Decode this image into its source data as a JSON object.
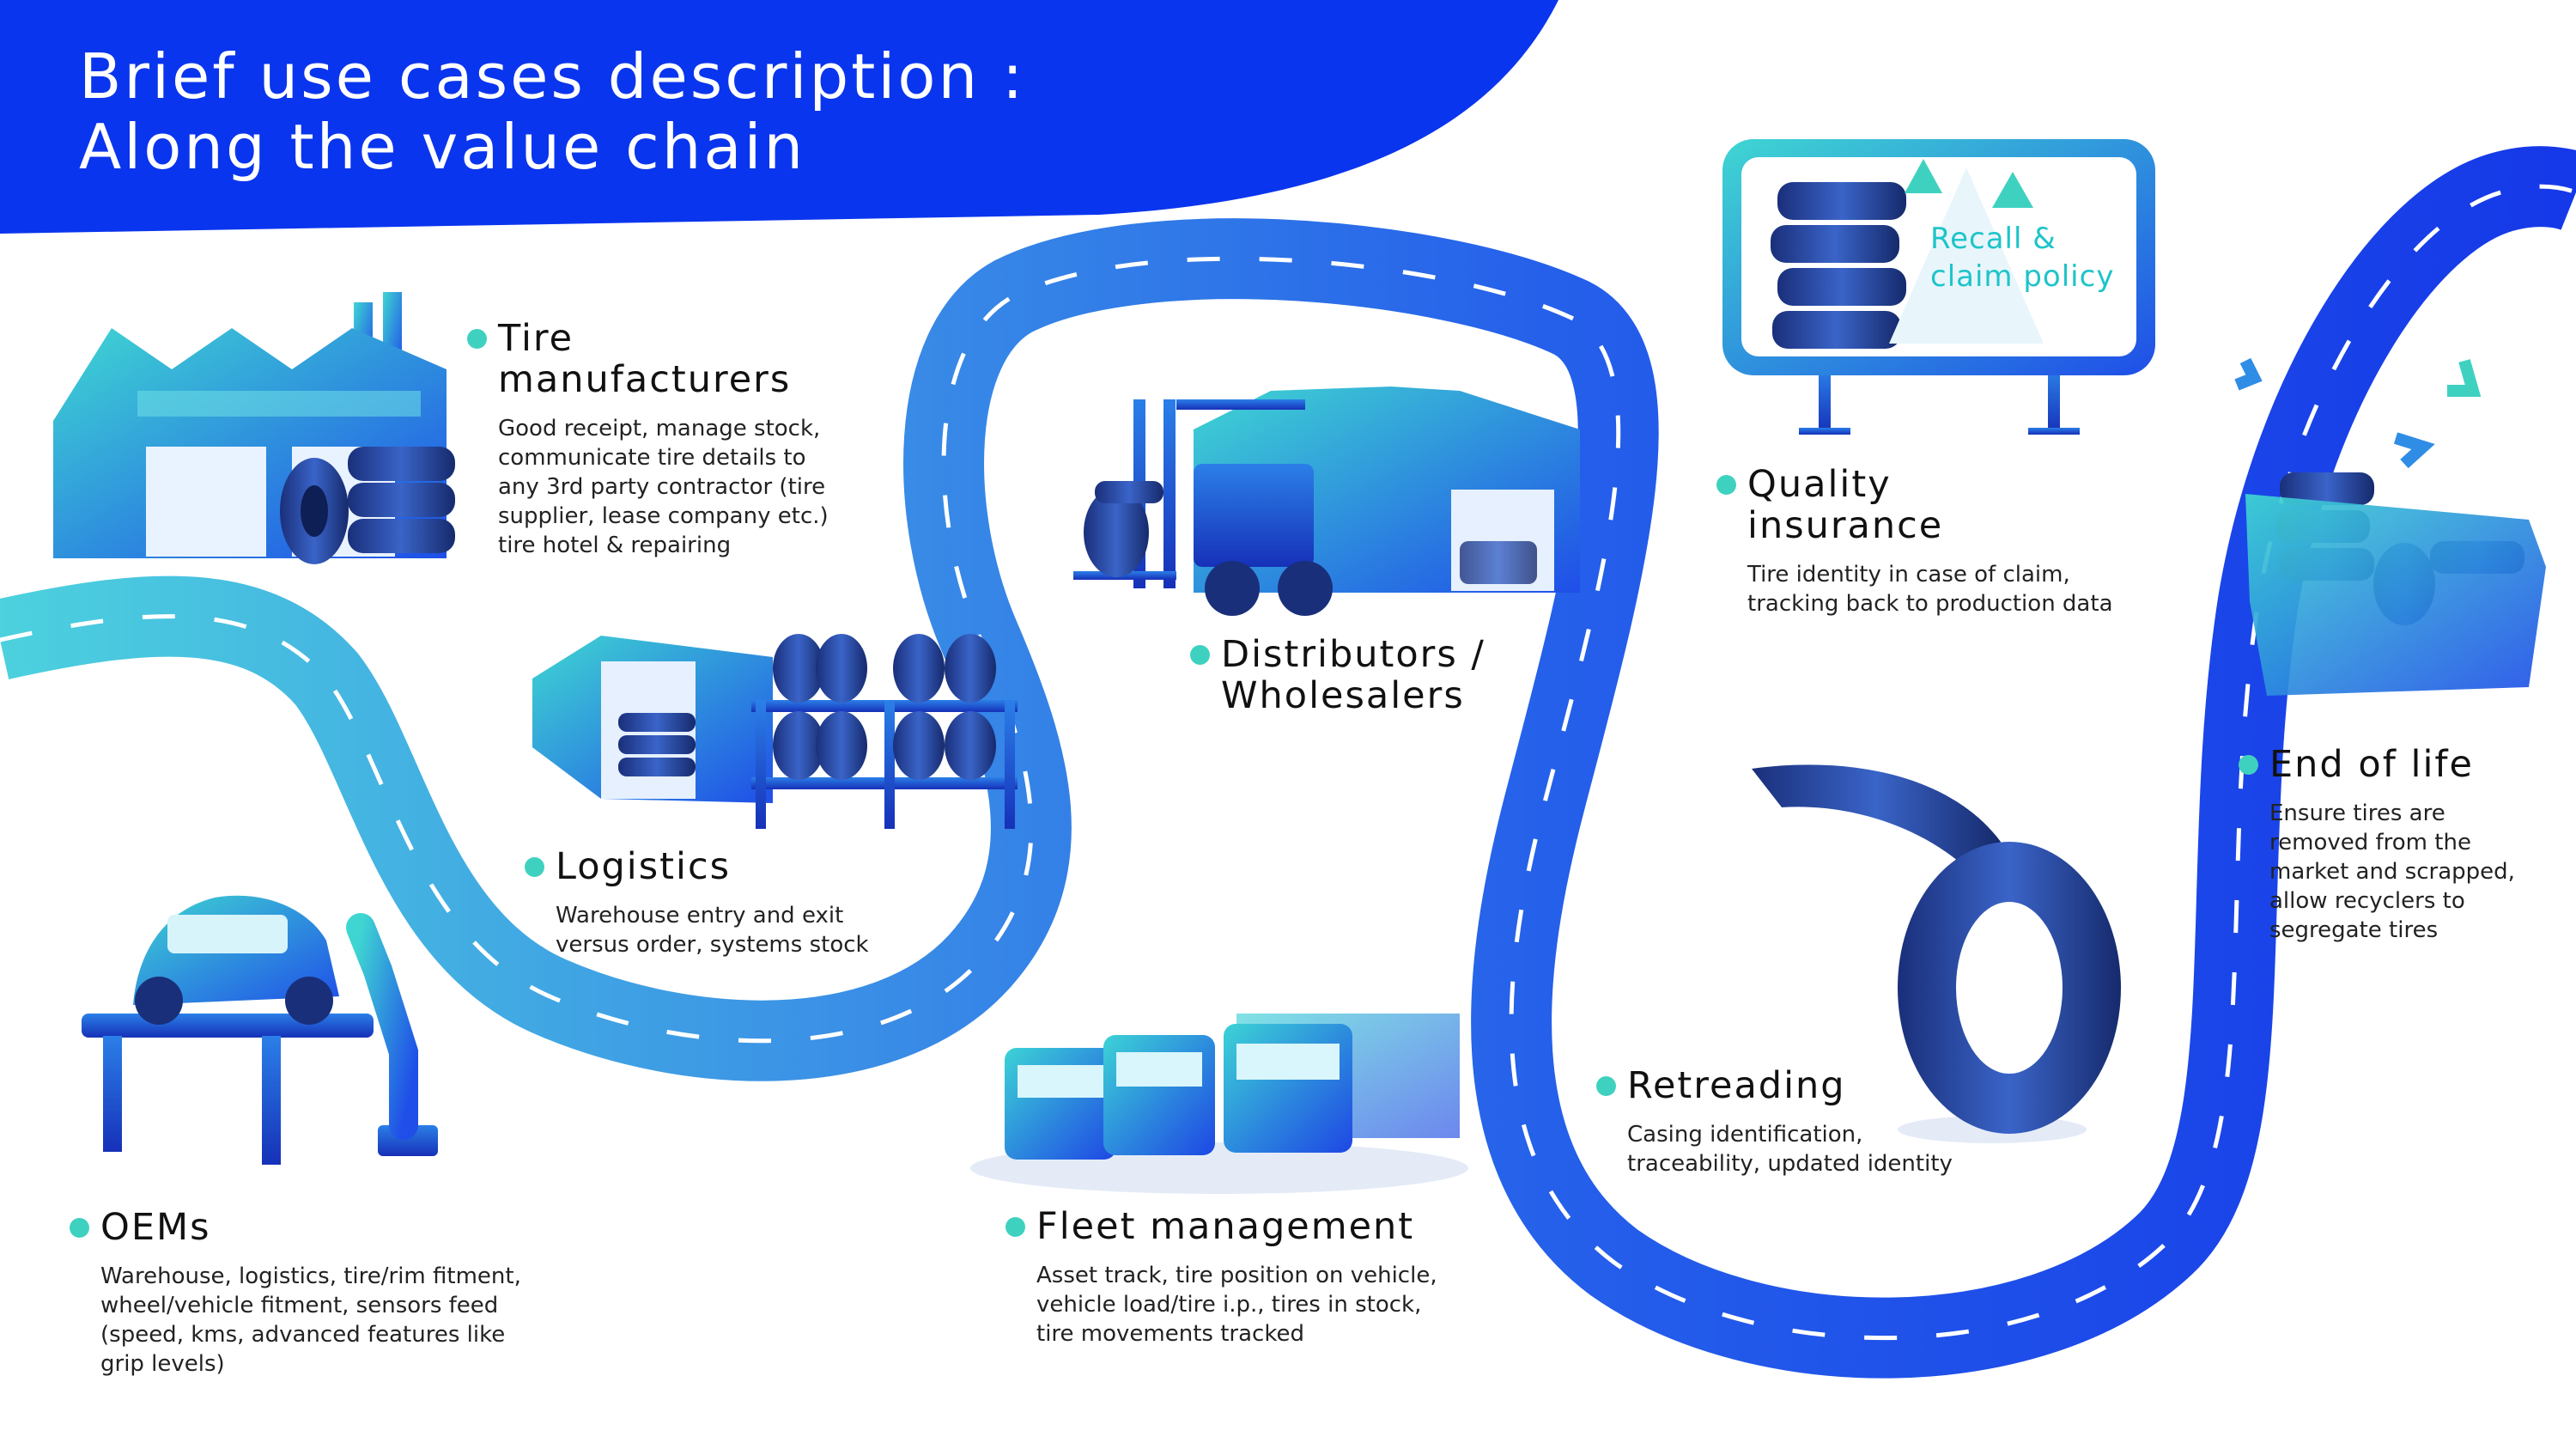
{
  "header": {
    "title_line1": "Brief use cases description :",
    "title_line2": "Along the value chain"
  },
  "colors": {
    "brand_blue": "#0a35ee",
    "road_teal": "#40c6dc",
    "road_blue": "#2353e6",
    "bullet": "#3fd1c0",
    "accent_teal": "#1ec4c9"
  },
  "billboard": {
    "line1": "Recall &",
    "line2": "claim policy"
  },
  "steps": [
    {
      "id": "oems",
      "title_line1": "OEMs",
      "title_line2": "",
      "description": [
        "Warehouse, logistics, tire/rim fitment,",
        "wheel/vehicle fitment, sensors feed",
        "(speed, kms, advanced features like",
        "grip levels)"
      ]
    },
    {
      "id": "tire-manufacturers",
      "title_line1": "Tire",
      "title_line2": "manufacturers",
      "description": [
        "Good receipt, manage stock,",
        "communicate tire details to",
        "any 3rd party contractor (tire",
        "supplier, lease company etc.)",
        "tire hotel & repairing"
      ]
    },
    {
      "id": "logistics",
      "title_line1": "Logistics",
      "title_line2": "",
      "description": [
        "Warehouse entry and exit",
        "versus order, systems stock"
      ]
    },
    {
      "id": "distributors",
      "title_line1": "Distributors /",
      "title_line2": "Wholesalers",
      "description": []
    },
    {
      "id": "fleet-management",
      "title_line1": "Fleet management",
      "title_line2": "",
      "description": [
        "Asset track, tire position on vehicle,",
        "vehicle load/tire i.p., tires in stock,",
        "tire movements tracked"
      ]
    },
    {
      "id": "quality-insurance",
      "title_line1": "Quality",
      "title_line2": "insurance",
      "description": [
        "Tire identity in case of claim,",
        "tracking back to production data"
      ]
    },
    {
      "id": "retreading",
      "title_line1": "Retreading",
      "title_line2": "",
      "description": [
        "Casing identification,",
        "traceability, updated identity"
      ]
    },
    {
      "id": "end-of-life",
      "title_line1": "End of life",
      "title_line2": "",
      "description": [
        "Ensure tires are",
        "removed from the",
        "market and scrapped,",
        "allow recyclers to",
        "segregate tires"
      ]
    }
  ]
}
